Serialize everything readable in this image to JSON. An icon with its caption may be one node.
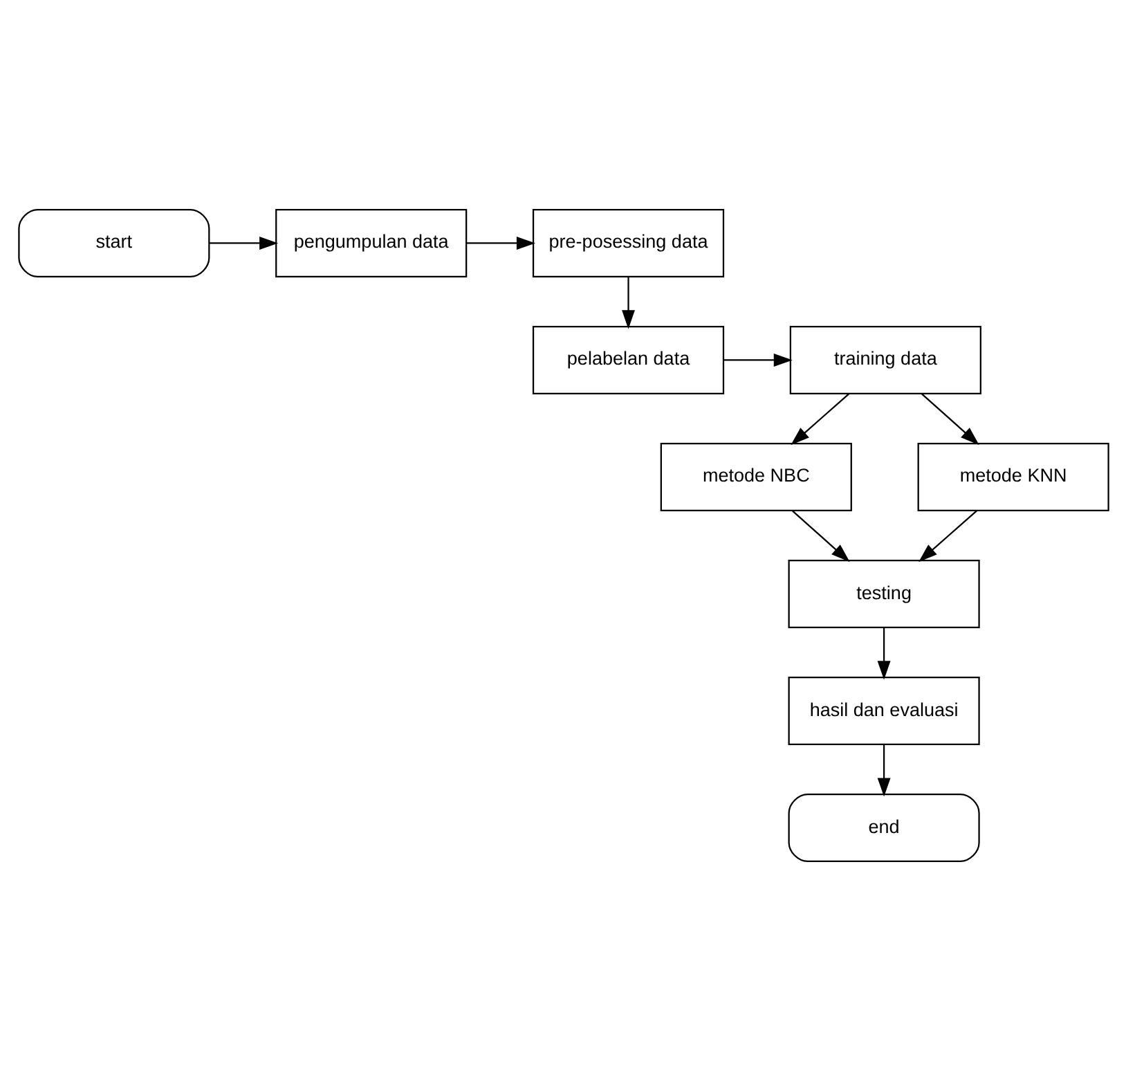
{
  "diagram": {
    "nodes": [
      {
        "text": [
          "start"
        ]
      },
      {
        "text": [
          "pengumpulan data"
        ]
      },
      {
        "text": [
          "pre-posessing data"
        ]
      },
      {
        "text": [
          "pelabelan data"
        ]
      },
      {
        "text": [
          "training data"
        ]
      },
      {
        "text": [
          "metode NBC"
        ]
      },
      {
        "text": [
          "metode KNN"
        ]
      },
      {
        "text": [
          "testing"
        ]
      },
      {
        "text": [
          "hasil dan evaluasi"
        ]
      },
      {
        "text": [
          "end"
        ]
      }
    ],
    "edges": [
      {
        "from": 0,
        "to": 1,
        "arrow": "to"
      },
      {
        "from": 1,
        "to": 2,
        "arrow": "to"
      },
      {
        "from": 2,
        "to": 3,
        "arrow": "to"
      },
      {
        "from": 3,
        "to": 4,
        "arrow": "to"
      },
      {
        "from": 4,
        "to": 5,
        "arrow": "to"
      },
      {
        "from": 4,
        "to": 6,
        "arrow": "to"
      },
      {
        "from": 5,
        "to": 7,
        "arrow": "to"
      },
      {
        "from": 6,
        "to": 7,
        "arrow": "to"
      },
      {
        "from": 7,
        "to": 8,
        "arrow": "to"
      },
      {
        "from": 8,
        "to": 9,
        "arrow": "to"
      }
    ]
  }
}
